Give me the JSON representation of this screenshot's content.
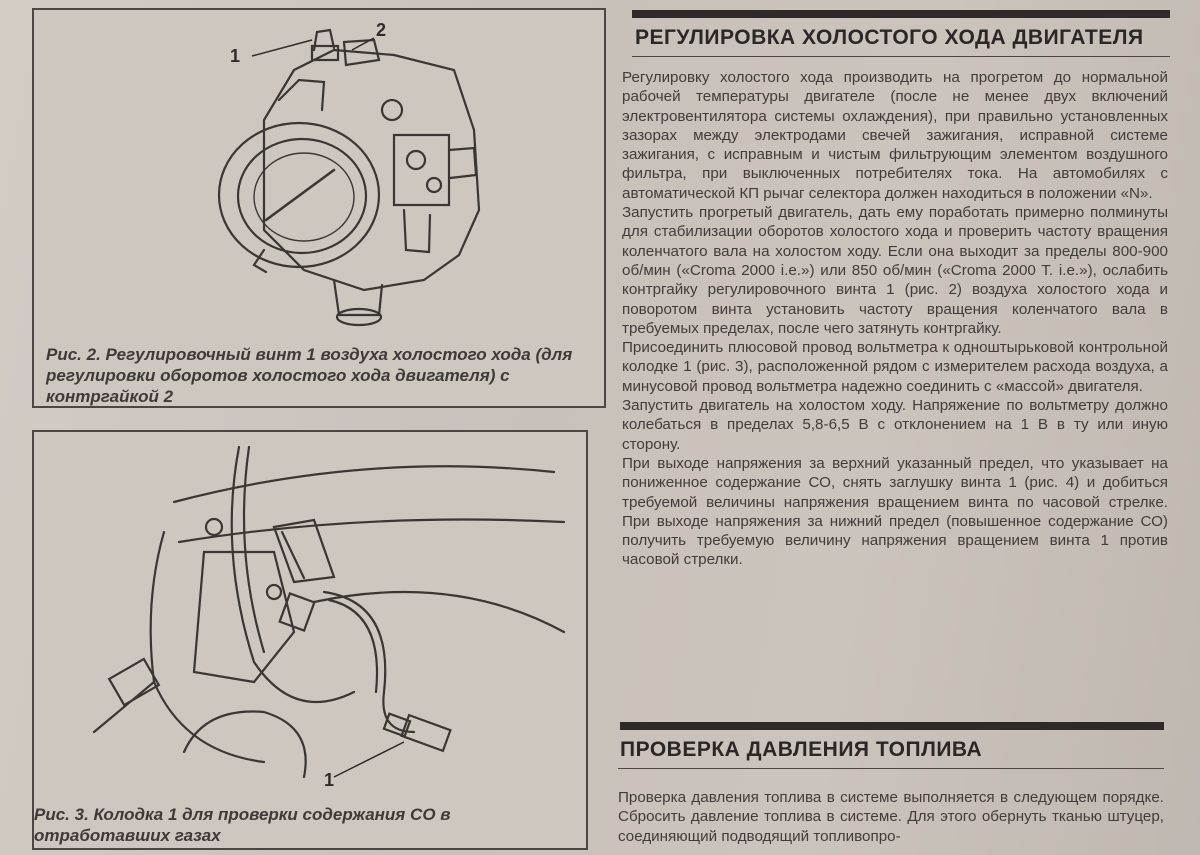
{
  "figures": {
    "fig2": {
      "caption": "Рис. 2. Регулировочный винт 1 воздуха холостого хода (для регулировки оборотов холостого хода двигателя) с контргайкой 2",
      "callout_1": "1",
      "callout_2": "2"
    },
    "fig3": {
      "caption": "Рис. 3. Колодка 1 для проверки содержания СО в отработавших газах",
      "callout_1": "1"
    }
  },
  "section_idle": {
    "title": "РЕГУЛИРОВКА ХОЛОСТОГО ХОДА ДВИГАТЕЛЯ",
    "paragraphs": [
      "Регулировку холостого хода производить на прогретом до нормальной рабочей температуры двигателе (после не менее двух включений электровентилятора системы охлаждения), при правильно установленных зазорах между электродами свечей зажигания, исправной системе зажигания, с исправным и чистым фильтрующим элементом воздушного фильтра, при выключенных потребителях тока. На автомобилях с автоматической КП рычаг селектора должен находиться в положении «N».",
      "Запустить прогретый двигатель, дать ему поработать примерно полминуты для стабилизации оборотов холостого хода и проверить частоту вращения коленчатого вала на холостом ходу. Если она выходит за пределы 800-900 об/мин («Croma 2000 i.e.») или 850 об/мин («Croma 2000 T. i.e.»), ослабить контргайку регулировочного винта 1 (рис. 2) воздуха холостого хода и поворотом винта установить частоту вращения коленчатого вала в требуемых пределах, после чего затянуть контргайку.",
      "Присоединить плюсовой провод вольтметра к одноштырьковой контрольной колодке 1 (рис. 3), расположенной рядом с измерителем расхода воздуха, а минусовой провод вольтметра надежно соединить с «массой» двигателя.",
      "Запустить двигатель на холостом ходу. Напряжение по вольтметру должно колебаться в пределах 5,8-6,5 В с отклонением на 1 В в ту или иную сторону.",
      "При выходе напряжения за верхний указанный предел, что указывает на пониженное содержание СО, снять заглушку винта 1 (рис. 4) и добиться требуемой величины напряжения вращением винта по часовой стрелке. При выходе напряжения за нижний предел (повышенное содержание СО) получить требуемую величину напряжения вращением винта 1 против часовой стрелки."
    ]
  },
  "section_fuel": {
    "title": "ПРОВЕРКА ДАВЛЕНИЯ ТОПЛИВА",
    "paragraphs": [
      "Проверка давления топлива в системе выполняется в следующем порядке. Сбросить давление топлива в системе. Для этого обернуть тканью штуцер, соединяющий подводящий топливопро-"
    ]
  }
}
